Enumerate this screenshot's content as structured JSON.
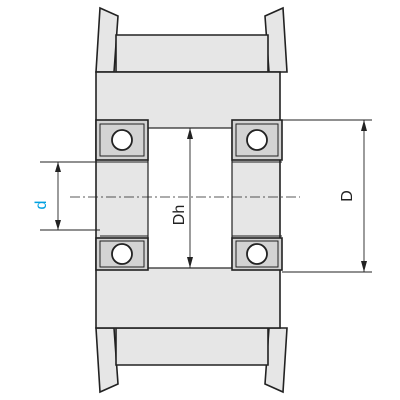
{
  "labels": {
    "shaft_diameter": "d",
    "housing_diameter": "Dh",
    "outer_diameter": "D"
  },
  "colors": {
    "accent_label": "#00a0e0",
    "line": "#222222",
    "fill_body": "#e6e6e6",
    "fill_race": "#d3d3d3"
  }
}
